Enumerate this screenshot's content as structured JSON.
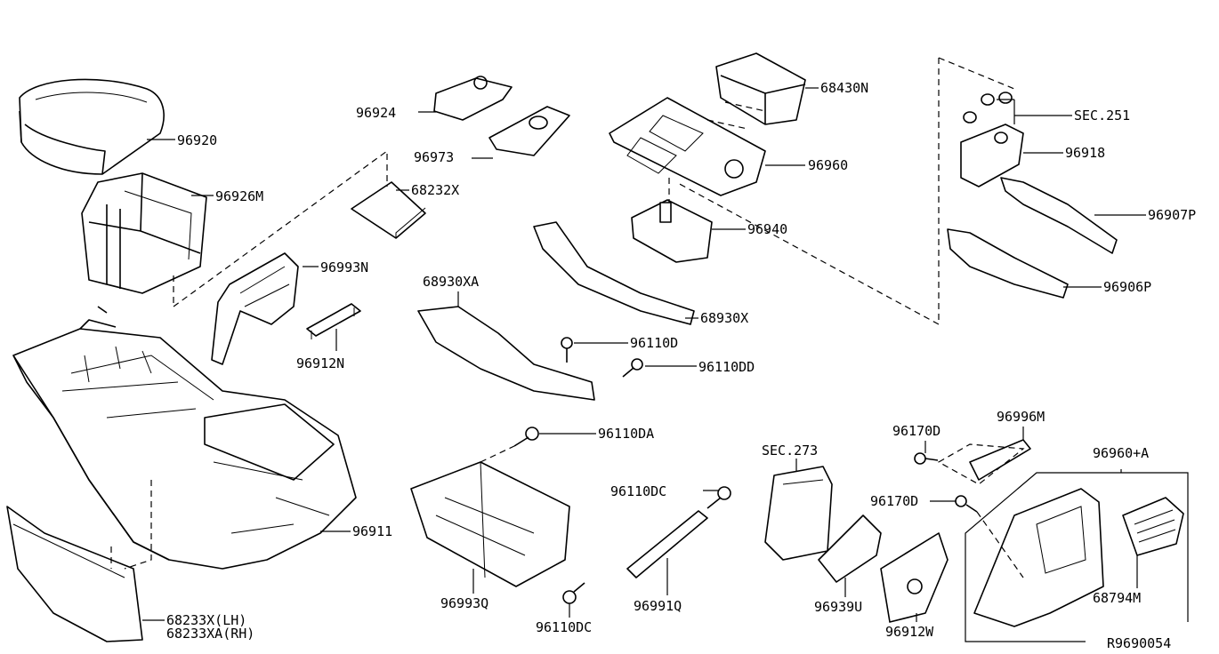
{
  "diagram_id": "R9690054",
  "labels": {
    "p96920": "96920",
    "p96926M": "96926M",
    "p96924": "96924",
    "p96973": "96973",
    "p68232X": "68232X",
    "p68430N": "68430N",
    "p96960": "96960",
    "p96940": "96940",
    "pSEC251": "SEC.251",
    "p96918": "96918",
    "p96907P": "96907P",
    "p96906P": "96906P",
    "p96993N": "96993N",
    "p96912N": "96912N",
    "p68930XA": "68930XA",
    "p68930X": "68930X",
    "p96110D": "96110D",
    "p96110DD": "96110DD",
    "p96110DA": "96110DA",
    "p96911": "96911",
    "p96170D_a": "96170D",
    "p96996M": "96996M",
    "p96960A": "96960+A",
    "pSEC273": "SEC.273",
    "p96110DC_a": "96110DC",
    "p96170D_b": "96170D",
    "p68794M": "68794M",
    "p96993Q": "96993Q",
    "p96110DC_b": "96110DC",
    "p96991Q": "96991Q",
    "p96939U": "96939U",
    "p96912W": "96912W",
    "p68233X": "68233X(LH)",
    "p68233XA": "68233XA(RH)"
  }
}
